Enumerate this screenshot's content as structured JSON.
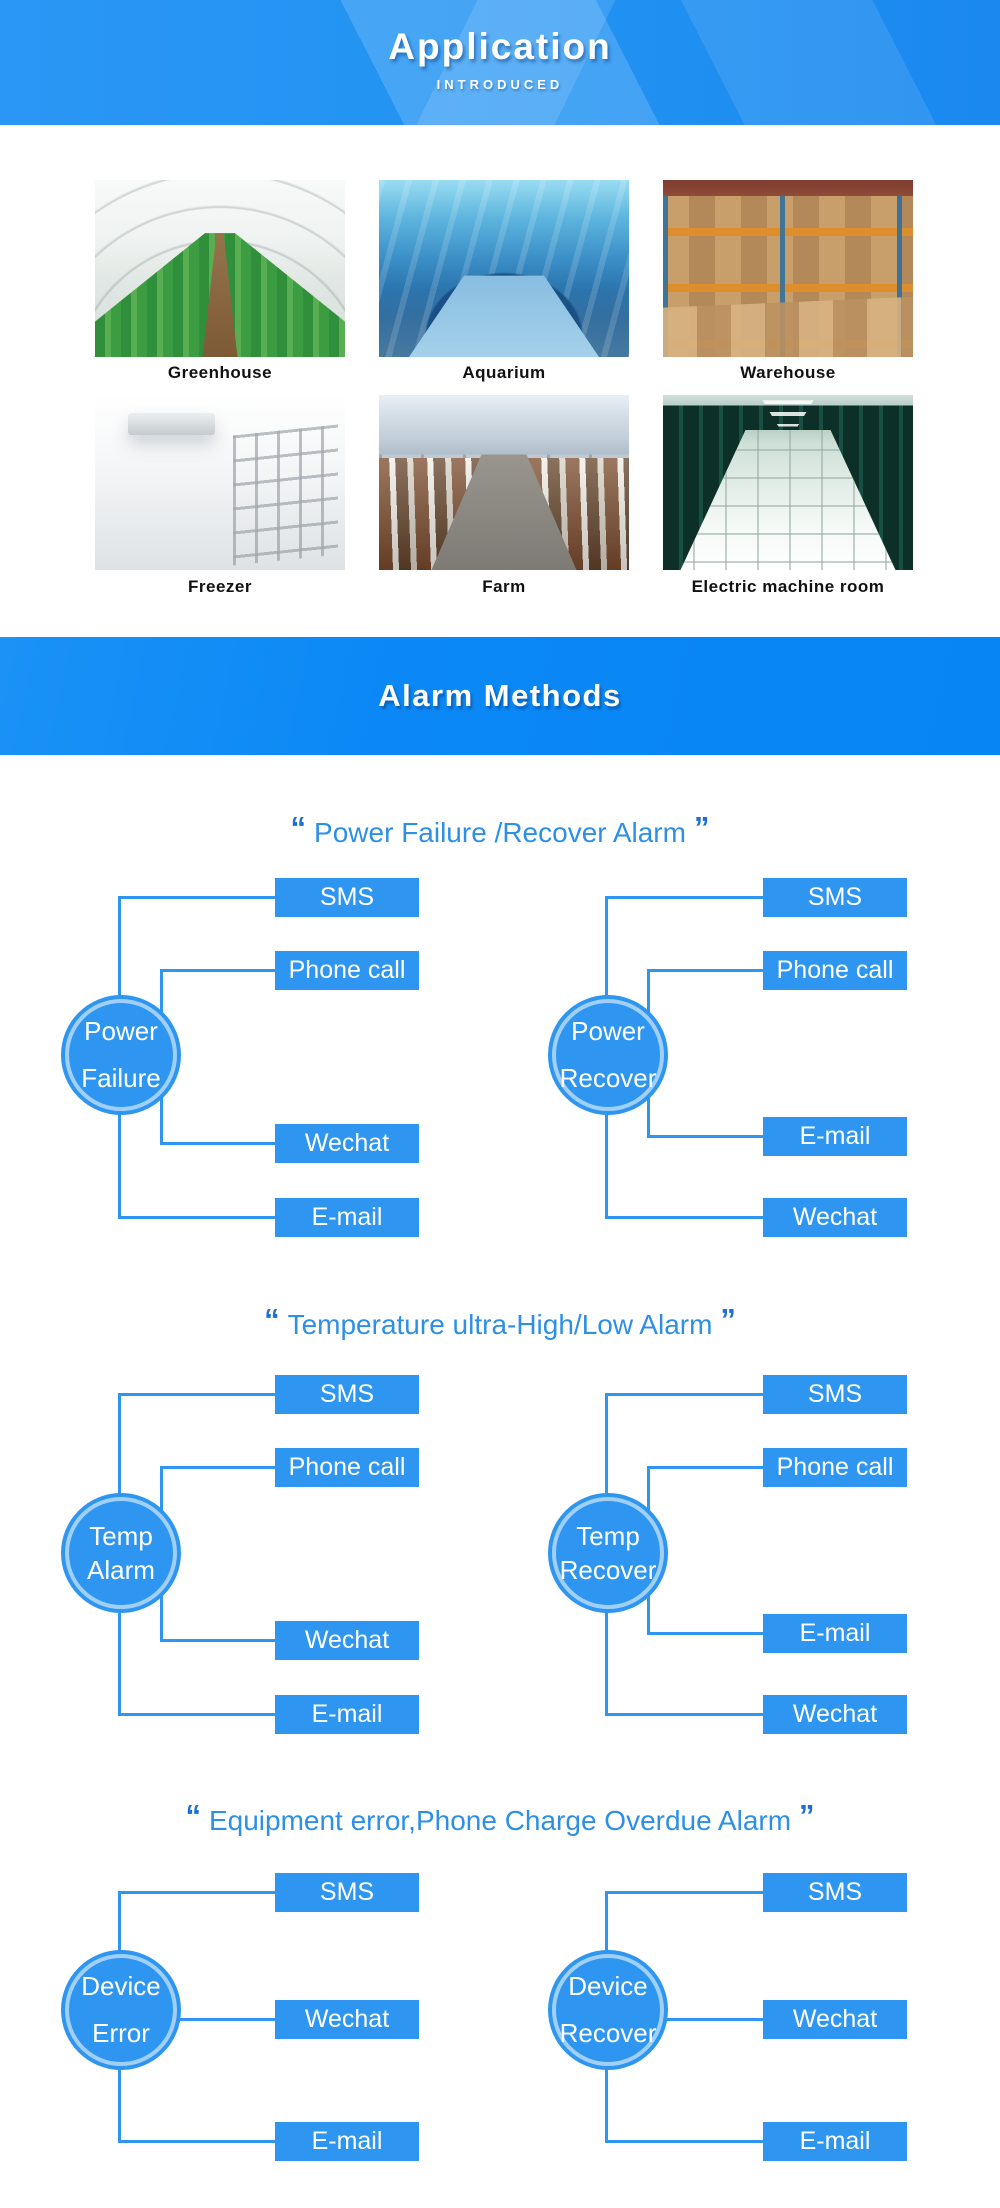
{
  "colors": {
    "primary_blue": "#2E96F0",
    "header_banner_blue": "#2193F2",
    "alarm_banner_blue": "#0787F6",
    "heading_text_blue": "#2E8FE7",
    "quote_blue": "#1E6FD0",
    "photo_label_color": "#111111"
  },
  "header": {
    "title": "Application",
    "subtitle": "INTRODUCED"
  },
  "applications": {
    "items": [
      {
        "label": "Greenhouse"
      },
      {
        "label": "Aquarium"
      },
      {
        "label": "Warehouse"
      },
      {
        "label": "Freezer"
      },
      {
        "label": "Farm"
      },
      {
        "label": "Electric machine room"
      }
    ]
  },
  "alarm_banner": {
    "title": "Alarm Methods"
  },
  "sections": [
    {
      "quote_open": "“",
      "heading": "Power Failure /Recover Alarm",
      "quote_close": "”",
      "left": {
        "node_line1": "Power",
        "node_line2": "Failure",
        "boxes": [
          "SMS",
          "Phone call",
          "Wechat",
          "E-mail"
        ]
      },
      "right": {
        "node_line1": "Power",
        "node_line2": "Recover",
        "boxes": [
          "SMS",
          "Phone call",
          "E-mail",
          "Wechat"
        ]
      }
    },
    {
      "quote_open": "“",
      "heading": "Temperature ultra-High/Low Alarm",
      "quote_close": "”",
      "left": {
        "node_line1": "Temp",
        "node_line2": "Alarm",
        "boxes": [
          "SMS",
          "Phone call",
          "Wechat",
          "E-mail"
        ]
      },
      "right": {
        "node_line1": "Temp",
        "node_line2": "Recover",
        "boxes": [
          "SMS",
          "Phone call",
          "E-mail",
          "Wechat"
        ]
      }
    },
    {
      "quote_open": "“",
      "heading": "Equipment error,Phone Charge Overdue Alarm",
      "quote_close": "”",
      "left": {
        "node_line1": "Device",
        "node_line2": "Error",
        "boxes": [
          "SMS",
          "Wechat",
          "E-mail"
        ]
      },
      "right": {
        "node_line1": "Device",
        "node_line2": "Recover",
        "boxes": [
          "SMS",
          "Wechat",
          "E-mail"
        ]
      }
    }
  ]
}
